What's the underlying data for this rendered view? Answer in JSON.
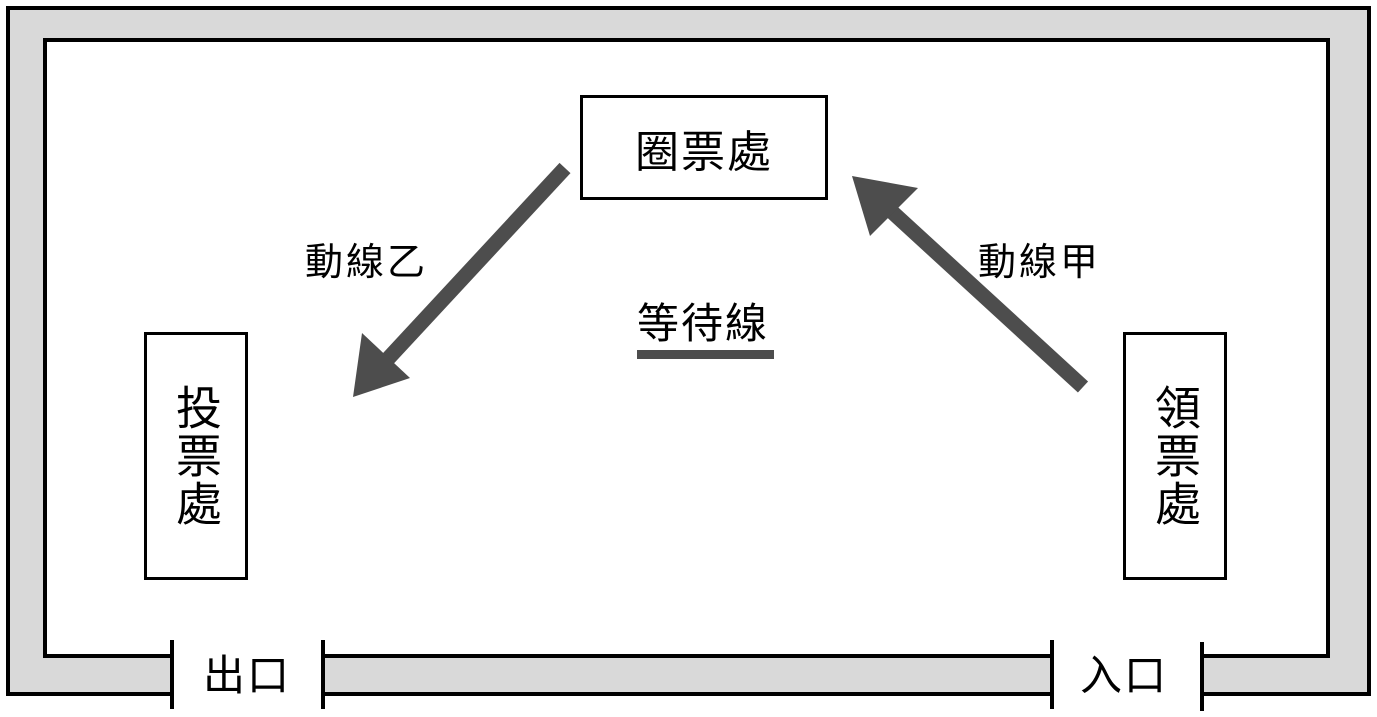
{
  "title": "投票所動線配置圖",
  "stations": {
    "marking": "圈票處",
    "voting": "投票處",
    "ballot_pickup": "領票處"
  },
  "routes": {
    "route_a": "動線甲",
    "route_b": "動線乙"
  },
  "waiting_line": "等待線",
  "doors": {
    "exit": "出口",
    "entrance": "入口"
  },
  "colors": {
    "wall_fill": "#d9d9d9",
    "arrow": "#4d4d4d",
    "line": "#000000"
  }
}
